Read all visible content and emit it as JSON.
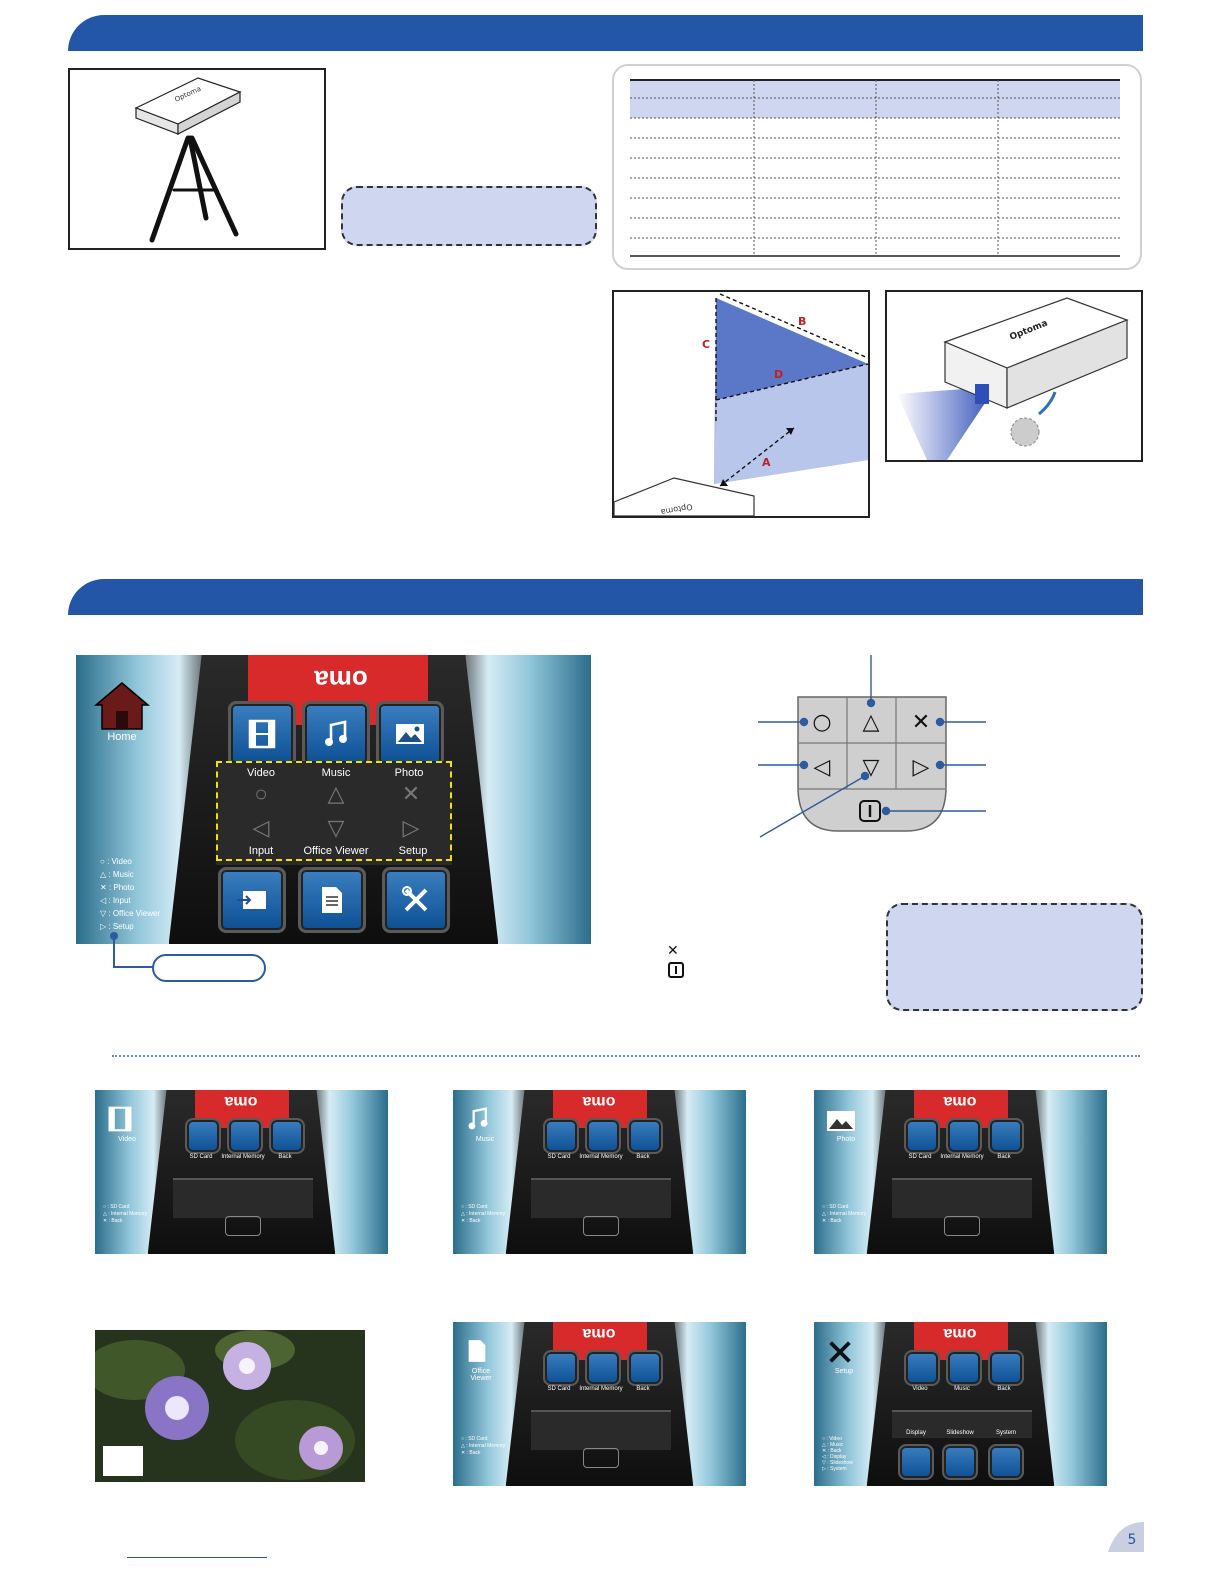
{
  "colors": {
    "section_bar": "#2456a8",
    "note_fill": "#cfd6ef",
    "menu_red": "#d82a2a",
    "tile_blue": "#1f66ae",
    "callout": "#2e5a9e",
    "dashed_highlight": "#f2e300"
  },
  "projection_diagram": {
    "labels": {
      "a": "A",
      "b": "B",
      "c": "C",
      "d": "D"
    }
  },
  "projector_logo": "Optoma",
  "home_screen": {
    "title": "Home",
    "logo_text": "oma",
    "tiles": [
      {
        "icon": "film-icon",
        "label": "Video"
      },
      {
        "icon": "music-note-icon",
        "label": "Music"
      },
      {
        "icon": "picture-icon",
        "label": "Photo"
      },
      {
        "icon": "input-icon",
        "label": "Input"
      },
      {
        "icon": "document-icon",
        "label": "Office Viewer"
      },
      {
        "icon": "tools-icon",
        "label": "Setup"
      }
    ],
    "legend": [
      {
        "symbol": "○",
        "text": ": Video"
      },
      {
        "symbol": "△",
        "text": ": Music"
      },
      {
        "symbol": "✕",
        "text": ": Photo"
      },
      {
        "symbol": "◁",
        "text": ": Input"
      },
      {
        "symbol": "▽",
        "text": ": Office Viewer"
      },
      {
        "symbol": "▷",
        "text": ": Setup"
      }
    ]
  },
  "keypad": {
    "buttons": [
      "○",
      "△",
      "✕",
      "◁",
      "▽",
      "▷",
      "⏽"
    ]
  },
  "inline_symbols": {
    "close": "✕",
    "power": "⏽"
  },
  "sub_screens": [
    {
      "title": "Video",
      "icon": "film-icon",
      "logo_text": "oma",
      "tiles": [
        "SD Card",
        "Internal Memory",
        "Back"
      ],
      "legend": [
        "○ : SD Card",
        "△ : Internal Memory",
        "✕ : Back"
      ]
    },
    {
      "title": "Music",
      "icon": "music-note-icon",
      "logo_text": "oma",
      "tiles": [
        "SD Card",
        "Internal Memory",
        "Back"
      ],
      "legend": [
        "○ : SD Card",
        "△ : Internal Memory",
        "✕ : Back"
      ]
    },
    {
      "title": "Photo",
      "icon": "picture-icon",
      "logo_text": "oma",
      "tiles": [
        "SD Card",
        "Internal Memory",
        "Back"
      ],
      "legend": [
        "○ : SD Card",
        "△ : Internal Memory",
        "✕ : Back"
      ]
    },
    {
      "title": "Office Viewer",
      "icon": "document-icon",
      "logo_text": "oma",
      "tiles": [
        "SD Card",
        "Internal Memory",
        "Back"
      ],
      "legend": [
        "○ : SD Card",
        "△ : Internal Memory",
        "✕ : Back"
      ]
    },
    {
      "title": "Setup",
      "icon": "tools-icon",
      "logo_text": "oma",
      "tiles": [
        "Video",
        "Music",
        "Back"
      ],
      "bottom_tiles": [
        "Display",
        "Slideshow",
        "System"
      ],
      "legend": [
        "○ : Video",
        "△ : Music",
        "✕ : Back",
        "◁ : Display",
        "▽ : Slideshow",
        "▷ : System"
      ]
    }
  ],
  "page_number": "5"
}
